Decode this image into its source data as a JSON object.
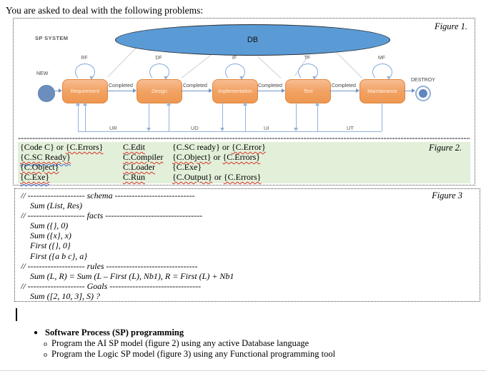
{
  "page": {
    "title": "You are asked to deal with the following problems:"
  },
  "figure1": {
    "caption": "Figure 1.",
    "system_label": "SP SYSTEM",
    "db_label": "DB",
    "new_label": "NEW",
    "destroy_label": "DESTROY",
    "transition_label": "Completed",
    "stages": [
      {
        "name": "Requirement",
        "loop": "RF"
      },
      {
        "name": "Design",
        "loop": "DF"
      },
      {
        "name": "Implementation",
        "loop": "IF"
      },
      {
        "name": "Test",
        "loop": "TF"
      },
      {
        "name": "Maintainance",
        "loop": "MF"
      }
    ],
    "feedback_labels": [
      "UR",
      "UD",
      "UI",
      "UT"
    ],
    "colors": {
      "db_fill": "#5B9BD5",
      "stage_fill": "#F2A466",
      "arrow_blue": "#7495C6",
      "feedback_blue": "#93B2DA"
    }
  },
  "figure2": {
    "caption": "Figure 2.",
    "separator": "----------------------------------------------------------------------------------------------------------------------------------------------------------------",
    "background": "#E2EFD9",
    "squiggle_red": "#D93025",
    "squiggle_blue": "#3B6FD2",
    "rows": [
      {
        "pre": [
          {
            "t": "{Code C} or "
          },
          {
            "t": "{C.Errors}"
          }
        ],
        "cmd": [
          {
            "t": "C.Edit"
          }
        ],
        "post": [
          {
            "t": "{C.SC ready} or "
          },
          {
            "t": "{C.Error}"
          }
        ]
      },
      {
        "pre": [
          {
            "t": "{C.SC Ready}"
          }
        ],
        "cmd": [
          {
            "t": "C.Compiler"
          }
        ],
        "post": [
          {
            "t": "{C.Object}"
          },
          {
            "t": " or "
          },
          {
            "t": "{C.Errors}"
          }
        ]
      },
      {
        "pre": [
          {
            "t": "{C.Object}"
          }
        ],
        "cmd": [
          {
            "t": "C.Loader"
          }
        ],
        "post": [
          {
            "t": "{C.Exe}"
          }
        ]
      },
      {
        "pre": [
          {
            "t": "{C.Exe}"
          }
        ],
        "cmd": [
          {
            "t": "C.Run"
          }
        ],
        "post": [
          {
            "t": "{C.Output}"
          },
          {
            "t": " or "
          },
          {
            "t": "{C.Errors}"
          }
        ]
      }
    ]
  },
  "figure3": {
    "caption": "Figure 3",
    "lines": [
      {
        "segs": [
          {
            "t": "// -------------------- schema ----------------------------"
          }
        ]
      },
      {
        "segs": [
          {
            "t": "Sum (List, Res)"
          }
        ]
      },
      {
        "segs": [
          {
            "t": "// -------------------- facts ----------------------------------"
          }
        ]
      },
      {
        "segs": [
          {
            "t": "Sum ({}, 0)"
          }
        ]
      },
      {
        "segs": [
          {
            "t": "Sum ({x}, x)"
          }
        ]
      },
      {
        "segs": [
          {
            "t": "First ({}, 0}"
          }
        ]
      },
      {
        "segs": [
          {
            "t": "First ({a b "
          },
          {
            "t": "c"
          },
          {
            "t": "}, a}"
          }
        ]
      },
      {
        "segs": [
          {
            "t": "// -------------------- rules --------------------------------"
          }
        ]
      },
      {
        "segs": [
          {
            "t": "Sum (L, R) = Sum (L – First (L), Nb1), R = First (L) + Nb1"
          }
        ]
      },
      {
        "segs": [
          {
            "t": "// -------------------- Goals --------------------------------"
          }
        ]
      },
      {
        "segs": [
          {
            "t": "Sum ([2, 10, "
          },
          {
            "t": "3],"
          },
          {
            "t": " S) ?"
          }
        ]
      }
    ]
  },
  "tasks": {
    "bullet_marker": "●",
    "sub_marker": "o",
    "heading": "Software Process (SP) programming",
    "items": [
      "Program the AI SP model (figure 2) using any active Database language",
      "Program the Logic SP model (figure 3) using any Functional programming tool"
    ]
  }
}
